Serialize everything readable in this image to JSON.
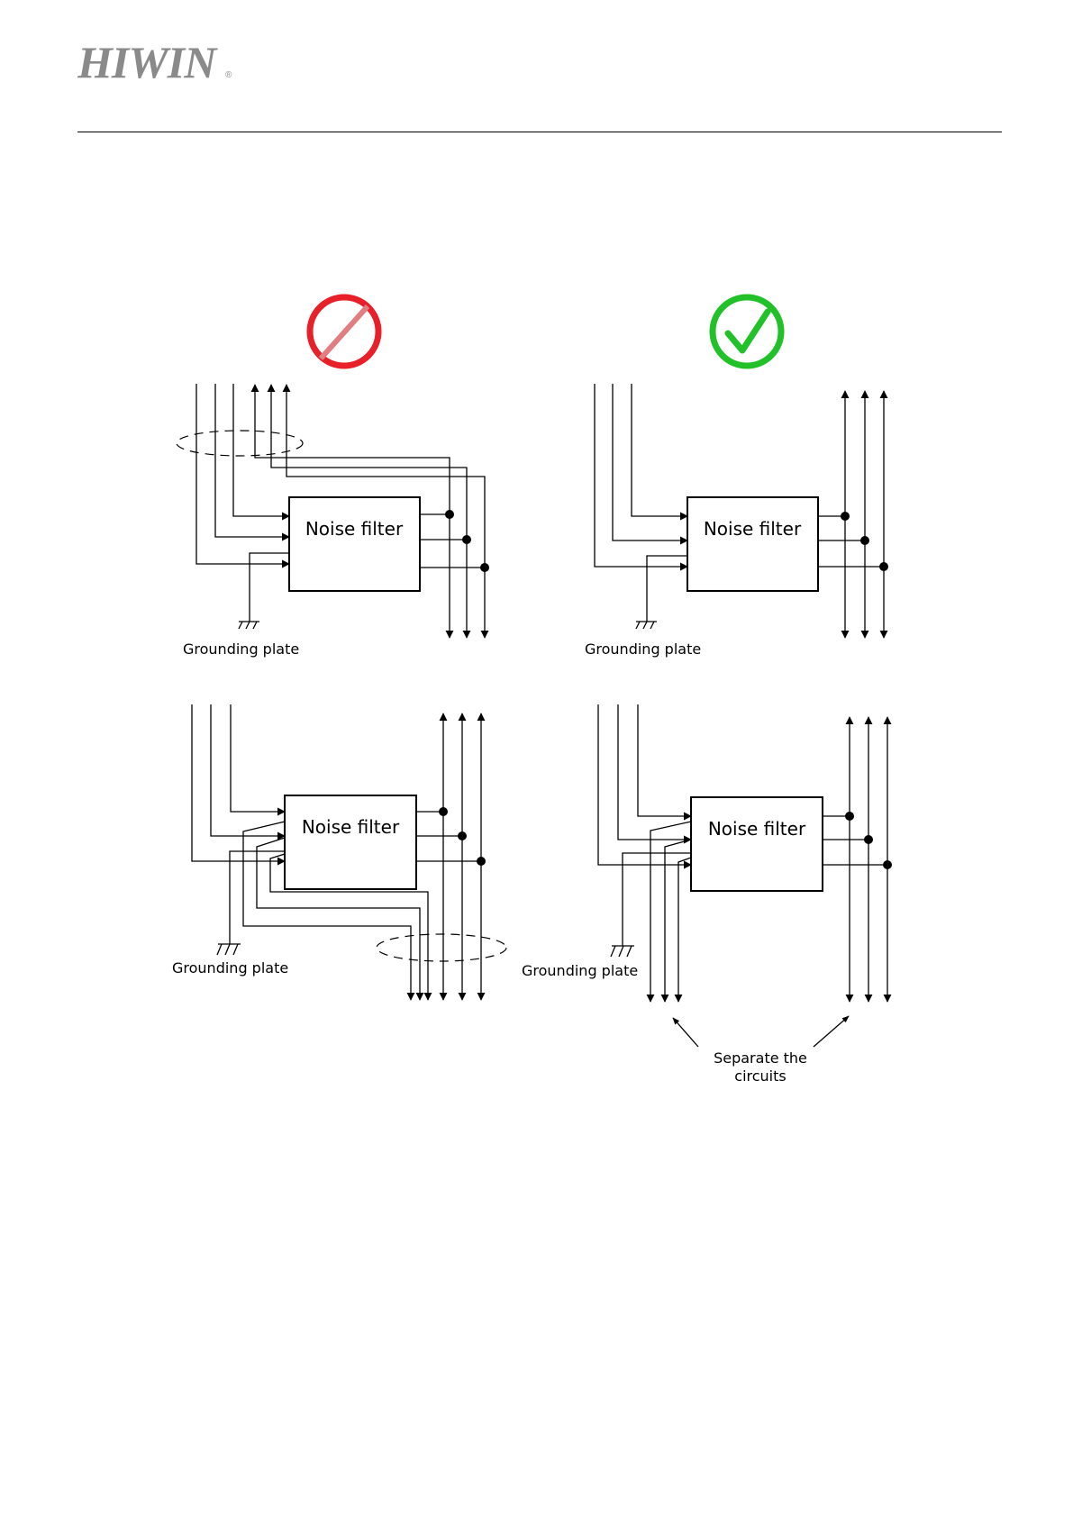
{
  "header": {
    "logo_text": "HIWIN",
    "logo_mark": "®"
  },
  "diagram": {
    "incorrect_icon": "prohibited-icon",
    "correct_icon": "checkmark-icon",
    "colors": {
      "incorrect": "#e8202a",
      "correct": "#22c12a"
    },
    "panels": [
      {
        "filter_label": "Noise filter",
        "ground_label": "Grounding plate"
      },
      {
        "filter_label": "Noise filter",
        "ground_label": "Grounding plate"
      },
      {
        "filter_label": "Noise filter",
        "ground_label": "Grounding plate"
      },
      {
        "filter_label": "Noise filter",
        "ground_label": "Grounding plate"
      }
    ],
    "note": "Separate the circuits",
    "note_lines": [
      "Separate the",
      "circuits"
    ]
  }
}
